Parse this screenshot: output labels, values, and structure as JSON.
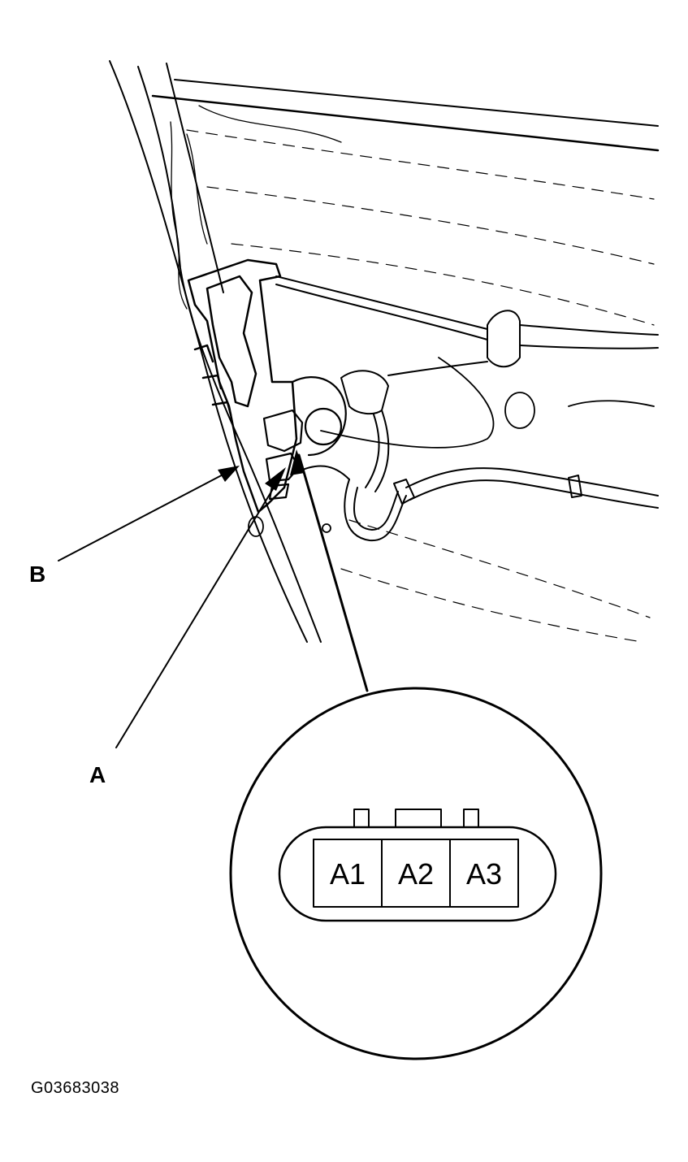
{
  "callouts": {
    "a": "A",
    "b": "B"
  },
  "connector": {
    "pins": [
      "A1",
      "A2",
      "A3"
    ]
  },
  "figure_code": "G03683038"
}
